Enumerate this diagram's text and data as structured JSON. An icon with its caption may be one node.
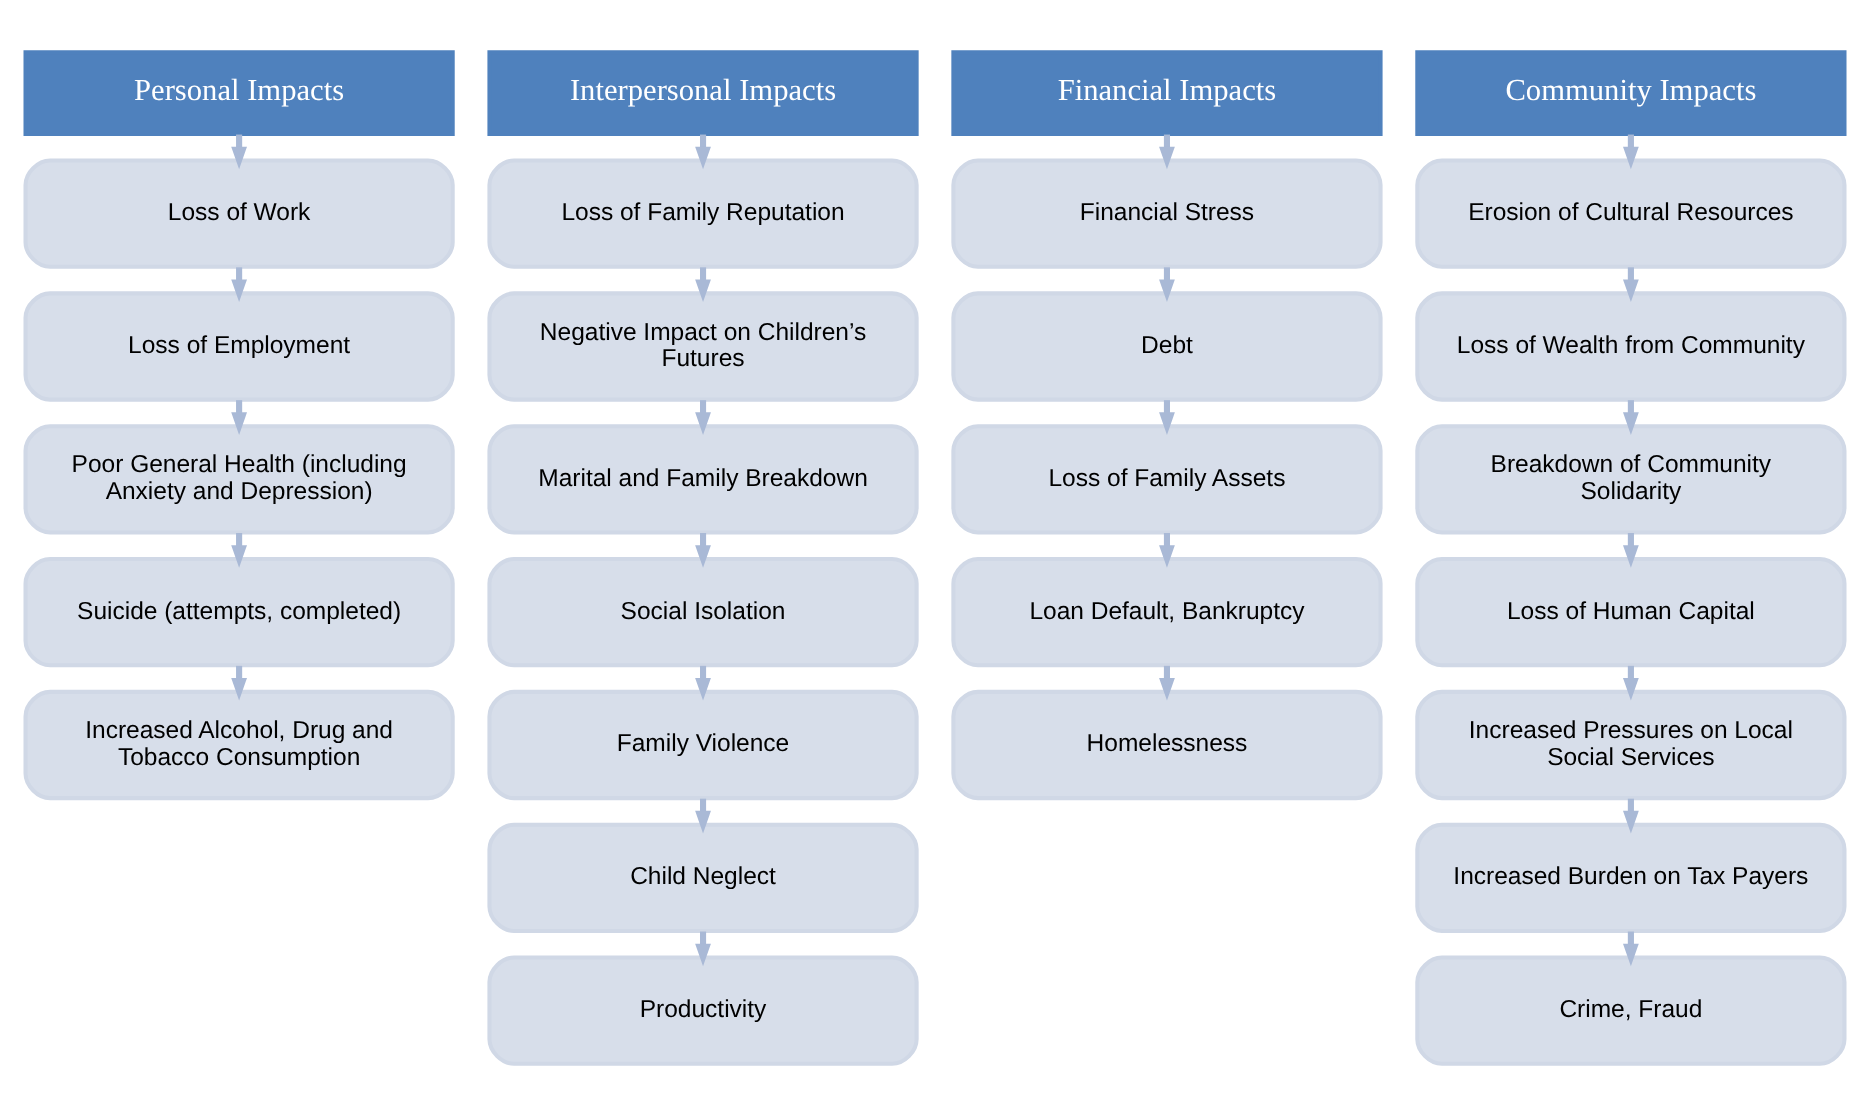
{
  "diagram": {
    "nodes": [
      {
        "text": [
          "Personal Impacts"
        ]
      },
      {
        "text": [
          "Loss of Work"
        ]
      },
      {
        "text": [
          "Loss of Employment"
        ]
      },
      {
        "text": [
          "Poor General Health (including Anxiety and Depression)"
        ]
      },
      {
        "text": [
          "Suicide (attempts, completed)"
        ]
      },
      {
        "text": [
          "Increased Alcohol, Drug and Tobacco Consumption"
        ]
      },
      {
        "text": [
          "Interpersonal Impacts"
        ]
      },
      {
        "text": [
          "Loss of Family Reputation"
        ]
      },
      {
        "text": [
          "Negative Impact on Children’s Futures"
        ]
      },
      {
        "text": [
          "Marital and Family Breakdown"
        ]
      },
      {
        "text": [
          "Social Isolation"
        ]
      },
      {
        "text": [
          "Family Violence"
        ]
      },
      {
        "text": [
          "Child Neglect"
        ]
      },
      {
        "text": [
          "Productivity"
        ]
      },
      {
        "text": [
          "Financial Impacts"
        ]
      },
      {
        "text": [
          "Financial Stress"
        ]
      },
      {
        "text": [
          "Debt"
        ]
      },
      {
        "text": [
          "Loss of Family Assets"
        ]
      },
      {
        "text": [
          "Loan Default, Bankruptcy"
        ]
      },
      {
        "text": [
          "Homelessness"
        ]
      },
      {
        "text": [
          "Community Impacts"
        ]
      },
      {
        "text": [
          "Erosion of Cultural Resources"
        ]
      },
      {
        "text": [
          "Loss of Wealth from Community"
        ]
      },
      {
        "text": [
          "Breakdown of Community Solidarity"
        ]
      },
      {
        "text": [
          "Loss of Human Capital"
        ]
      },
      {
        "text": [
          "Increased Pressures on Local Social Services"
        ]
      },
      {
        "text": [
          "Increased Burden on Tax Payers"
        ]
      },
      {
        "text": [
          "Crime, Fraud"
        ]
      }
    ],
    "edges": [
      {
        "from": 0,
        "to": 1,
        "arrow": "to"
      },
      {
        "from": 1,
        "to": 2,
        "arrow": "to"
      },
      {
        "from": 2,
        "to": 3,
        "arrow": "to"
      },
      {
        "from": 3,
        "to": 4,
        "arrow": "to"
      },
      {
        "from": 4,
        "to": 5,
        "arrow": "to"
      },
      {
        "from": 6,
        "to": 7,
        "arrow": "to"
      },
      {
        "from": 7,
        "to": 8,
        "arrow": "to"
      },
      {
        "from": 8,
        "to": 9,
        "arrow": "to"
      },
      {
        "from": 9,
        "to": 10,
        "arrow": "to"
      },
      {
        "from": 10,
        "to": 11,
        "arrow": "to"
      },
      {
        "from": 11,
        "to": 12,
        "arrow": "to"
      },
      {
        "from": 12,
        "to": 13,
        "arrow": "to"
      },
      {
        "from": 14,
        "to": 15,
        "arrow": "to"
      },
      {
        "from": 15,
        "to": 16,
        "arrow": "to"
      },
      {
        "from": 16,
        "to": 17,
        "arrow": "to"
      },
      {
        "from": 17,
        "to": 18,
        "arrow": "to"
      },
      {
        "from": 18,
        "to": 19,
        "arrow": "to"
      },
      {
        "from": 20,
        "to": 21,
        "arrow": "to"
      },
      {
        "from": 21,
        "to": 22,
        "arrow": "to"
      },
      {
        "from": 22,
        "to": 23,
        "arrow": "to"
      },
      {
        "from": 23,
        "to": 24,
        "arrow": "to"
      },
      {
        "from": 24,
        "to": 25,
        "arrow": "to"
      },
      {
        "from": 25,
        "to": 26,
        "arrow": "to"
      },
      {
        "from": 26,
        "to": 27,
        "arrow": "to"
      }
    ]
  }
}
